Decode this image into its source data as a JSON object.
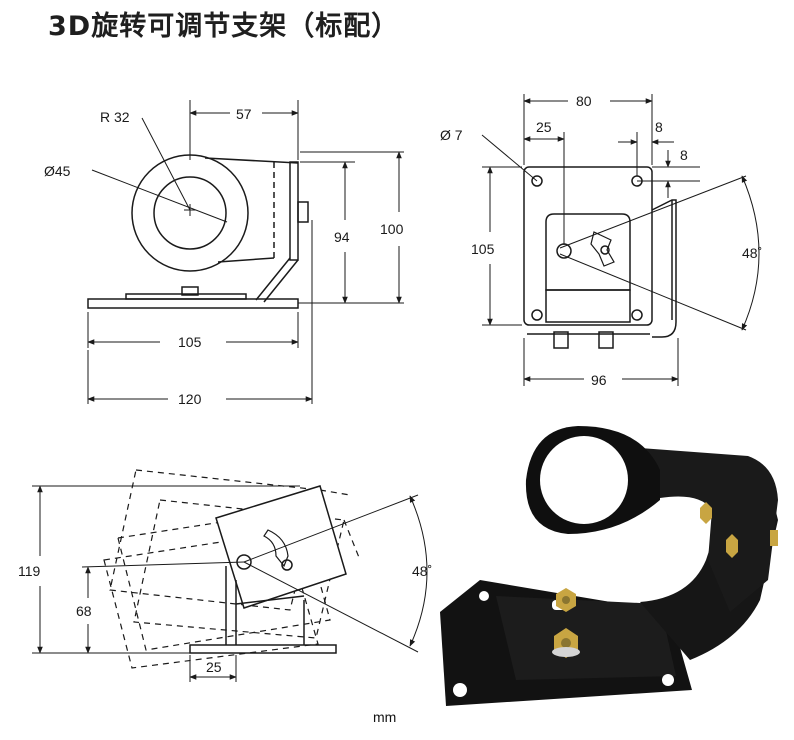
{
  "title": "3D旋转可调节支架（标配）",
  "unit": "mm",
  "side_view": {
    "radius": "R 32",
    "diameter": "Ø45",
    "dim_57": "57",
    "dim_94": "94",
    "dim_100": "100",
    "dim_105": "105",
    "dim_120": "120"
  },
  "front_view": {
    "dim_80": "80",
    "dim_25": "25",
    "hole": "Ø 7",
    "dim_8a": "8",
    "dim_8b": "8",
    "dim_105": "105",
    "angle": "48˚",
    "dim_96": "96"
  },
  "rotation_view": {
    "dim_119": "119",
    "dim_68": "68",
    "dim_25": "25",
    "angle": "48˚"
  },
  "colors": {
    "line": "#1a1a1a",
    "bracket": "#141414",
    "nut": "#c8a542"
  }
}
